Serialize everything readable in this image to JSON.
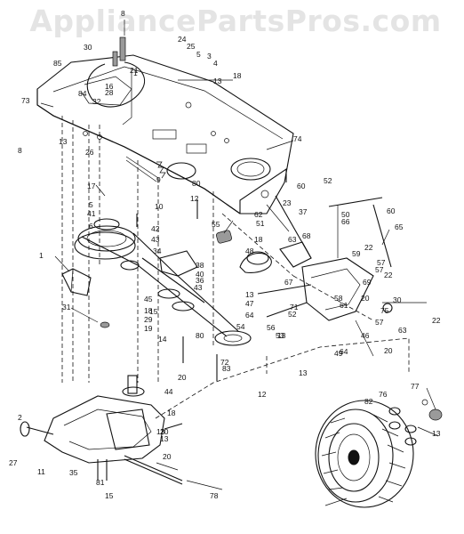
{
  "watermark": "AppliancePartsPros.com",
  "callouts": [
    "8",
    "30",
    "24",
    "25",
    "5",
    "1",
    "3",
    "4",
    "13",
    "85",
    "21",
    "16",
    "84",
    "28",
    "32",
    "18",
    "73",
    "8",
    "13",
    "74",
    "26",
    "9",
    "60",
    "52",
    "80",
    "17",
    "12",
    "10",
    "5",
    "41",
    "6",
    "42",
    "43",
    "55",
    "23",
    "37",
    "50",
    "62",
    "51",
    "60",
    "66",
    "65",
    "18",
    "63",
    "68",
    "22",
    "59",
    "34",
    "1",
    "38",
    "40",
    "48",
    "57",
    "36",
    "43",
    "69",
    "57",
    "22",
    "31",
    "45",
    "15",
    "18",
    "29",
    "19",
    "14",
    "47",
    "67",
    "13",
    "64",
    "56",
    "71",
    "52",
    "58",
    "53",
    "61",
    "75",
    "20",
    "30",
    "63",
    "57",
    "22",
    "54",
    "13",
    "46",
    "80",
    "72",
    "83",
    "49",
    "20",
    "64",
    "13",
    "12",
    "20",
    "44",
    "18",
    "2",
    "20",
    "13",
    "27",
    "11",
    "35",
    "20",
    "13",
    "81",
    "76",
    "77",
    "82",
    "13",
    "15",
    "78"
  ]
}
